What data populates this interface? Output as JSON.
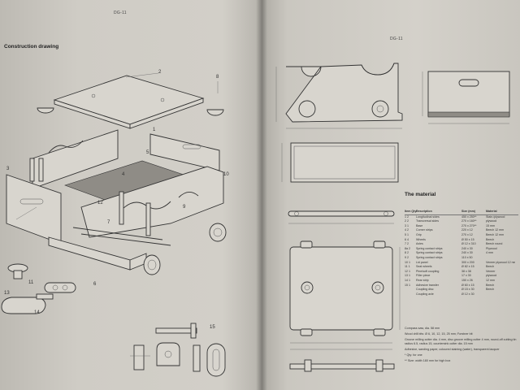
{
  "left_page": {
    "header": "DG-11",
    "section_title": "Construction drawing",
    "part_numbers": [
      "2",
      "8",
      "1",
      "3",
      "5",
      "4",
      "10",
      "12",
      "9",
      "7",
      "6",
      "11",
      "14",
      "13",
      "15"
    ]
  },
  "right_page": {
    "header": "DG-11",
    "material": {
      "title": "The material",
      "columns": [
        "Item Qty*",
        "Description",
        "Size (mm)",
        "Material"
      ],
      "rows": [
        [
          "1  2",
          "Longitudinal sides",
          "450 x 250**",
          "Stain./plywood"
        ],
        [
          "2  2",
          "Transversal sides",
          "270 x 160**",
          "plywood"
        ],
        [
          "3  1",
          "Base",
          "270 x 270**",
          "15 mm"
        ],
        [
          "4  2",
          "Corner strips",
          "220 x 12",
          "Beech 12 mm"
        ],
        [
          "5  1",
          "Grip",
          "270 x 12",
          "Beech 12 mm"
        ],
        [
          "6  4",
          "Wheels",
          "Ø 50 x 15",
          "Beech"
        ],
        [
          "7  2",
          "Axles",
          "Ø 12 x 310",
          "Beech round"
        ],
        [
          "8a 2",
          "Spring contact strips",
          "240 x 30",
          "Plywood"
        ],
        [
          "8  2",
          "Spring contact strips",
          "240 x 30",
          "4 mm"
        ],
        [
          "9  2",
          "Spring contact strips",
          "110 x 50",
          ""
        ],
        [
          "10 1",
          "Lid panel",
          "300 x 200",
          "Veneer plywood 12 mm"
        ],
        [
          "11 1",
          "Seat wheels",
          "Ø 82 x 15",
          "Beech"
        ],
        [
          "12 1",
          "Pine/soft coupling",
          "38 x 38",
          "Veneer"
        ],
        [
          "13 1",
          "Filler piece",
          "17 x 30",
          "plywood"
        ],
        [
          "14 1",
          "Rear strip",
          "150 x 26",
          "12 mm"
        ],
        [
          "15 1",
          "Adhesive transfer",
          "Ø 60 x 15",
          "Beech"
        ],
        [
          "",
          "Coupling disc",
          "Ø 15 x 30",
          "Beech"
        ],
        [
          "",
          "Coupling axle",
          "Ø 12 x 30",
          ""
        ]
      ],
      "notes": [
        "Compass saw, dia. 58 mm",
        "Wood drill bits: Ø 6, 10, 12, 15, 25 mm; Forstner bit",
        "Groove milling cutter dia. 4 mm, disc groove milling cutter 4 mm, round-off cutting tin radius 6.5, radius 15, countersink cutter dia. 15 mm",
        "Adhesive, sanding paper, coloured staining (water), transparent lacquer",
        "* Qty: for one",
        "** Size: width 180 mm for high box"
      ]
    }
  },
  "colors": {
    "paper": "#d2cfc8",
    "ink": "#333333",
    "background": "#2a2826"
  }
}
